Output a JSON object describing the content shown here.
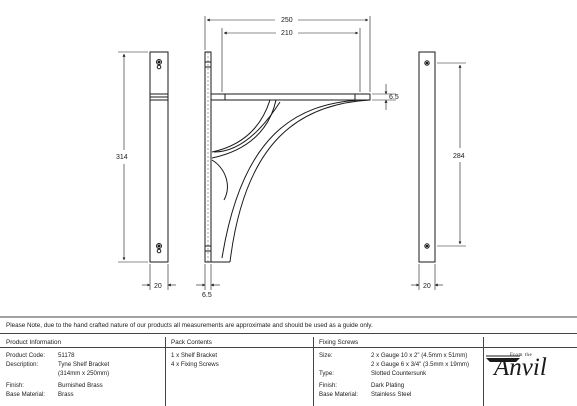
{
  "dimensions": {
    "overall_width": "250",
    "inner_width": "210",
    "height_left": "314",
    "height_right": "284",
    "thickness_top": "6.5",
    "left_plate_width": "20",
    "profile_thickness": "6.5",
    "right_plate_width": "20"
  },
  "note": "Please Note, due to the hand crafted nature of our products all measurements are approximate and should be used as a guide only.",
  "product_info": {
    "heading": "Product Information",
    "rows": [
      {
        "key": "Product Code:",
        "value": "51178"
      },
      {
        "key": "Description:",
        "value": "Tyne Shelf Bracket"
      },
      {
        "key": "",
        "value": "(314mm x 250mm)"
      },
      {
        "key": "Finish:",
        "value": "Burnished Brass"
      },
      {
        "key": "Base Material:",
        "value": "Brass"
      }
    ]
  },
  "pack_contents": {
    "heading": "Pack Contents",
    "items": [
      "1 x Shelf Bracket",
      "4 x Fixing Screws"
    ]
  },
  "fixing_screws": {
    "heading": "Fixing Screws",
    "rows": [
      {
        "key": "Size:",
        "value": "2 x Gauge 10 x 2\" (4.5mm x 51mm)"
      },
      {
        "key": "",
        "value": "2 x Gauge 6 x 3/4\" (3.5mm x 19mm)"
      },
      {
        "key": "Type:",
        "value": "Slotted Countersunk"
      },
      {
        "key": "Finish:",
        "value": "Dark Plating"
      },
      {
        "key": "Base Material:",
        "value": "Stainless Steel"
      }
    ]
  },
  "logo": {
    "small_text": "From the",
    "brand": "Anvil"
  }
}
